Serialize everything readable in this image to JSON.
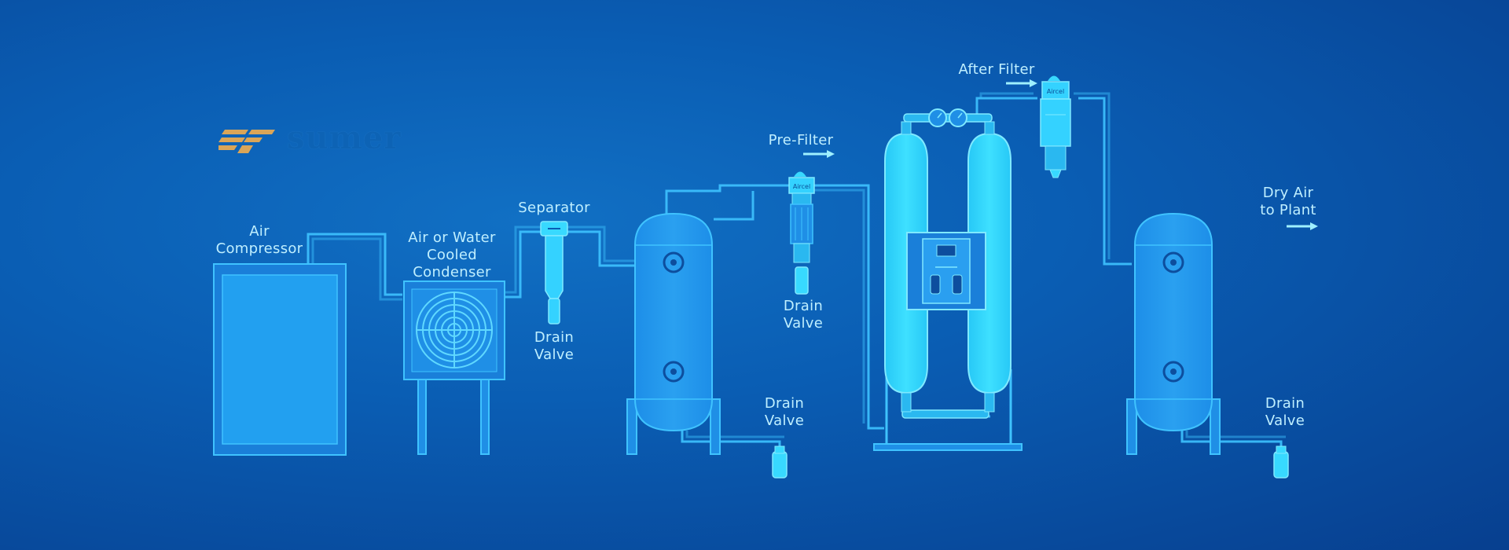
{
  "brand": {
    "name": "sumer"
  },
  "labels": {
    "air_compressor_1": "Air",
    "air_compressor_2": "Compressor",
    "condenser_1": "Air or Water",
    "condenser_2": "Cooled",
    "condenser_3": "Condenser",
    "separator": "Separator",
    "drain_1a": "Drain",
    "drain_1b": "Valve",
    "pre_filter": "Pre-Filter",
    "drain_2a": "Drain",
    "drain_2b": "Valve",
    "after_filter": "After Filter",
    "drain_3a": "Drain",
    "drain_3b": "Valve",
    "drain_4a": "Drain",
    "drain_4b": "Valve",
    "dry_air_1": "Dry Air",
    "dry_air_2": "to Plant"
  },
  "filter_brand": "Aircel",
  "colors": {
    "background": "#0a5db3",
    "outline": "#3fc3ff",
    "fill_dim": "#1e8be6",
    "fill_bright": "#38d9ff",
    "label": "#bfefff",
    "logo_gold": "#d9a558"
  }
}
